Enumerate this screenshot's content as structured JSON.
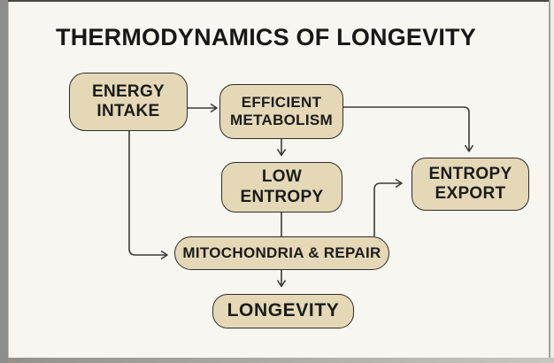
{
  "title": "THERMODYNAMICS OF LONGEVITY",
  "colors": {
    "background": "#f8f6f1",
    "node_fill": "#e5d8b7",
    "node_border": "#2e2d29",
    "connector": "#3a3a37",
    "text": "#1b1b19",
    "frame_gray": "#8d8d8b"
  },
  "diagram": {
    "nodes": {
      "energy_intake": {
        "label": "ENERGY\nINTAKE"
      },
      "efficient_metabolism": {
        "label": "EFFICIENT\nMETABOLISM"
      },
      "low_entropy": {
        "label": "LOW\nENTROPY"
      },
      "entropy_export": {
        "label": "ENTROPY\nEXPORT"
      },
      "mitochondria_repair": {
        "label": "MITOCHONDRIA & REPAIR"
      },
      "longevity": {
        "label": "LONGEVITY"
      }
    },
    "edges": [
      {
        "from": "energy_intake",
        "to": "efficient_metabolism",
        "arrowhead": true
      },
      {
        "from": "efficient_metabolism",
        "to": "low_entropy",
        "arrowhead": true
      },
      {
        "from": "efficient_metabolism",
        "to": "entropy_export",
        "arrowhead": true
      },
      {
        "from": "energy_intake",
        "to": "mitochondria_repair",
        "arrowhead": true
      },
      {
        "from": "low_entropy",
        "to": "mitochondria_repair",
        "arrowhead": false
      },
      {
        "from": "mitochondria_repair",
        "to": "entropy_export",
        "arrowhead": true
      },
      {
        "from": "mitochondria_repair",
        "to": "longevity",
        "arrowhead": true
      }
    ]
  }
}
